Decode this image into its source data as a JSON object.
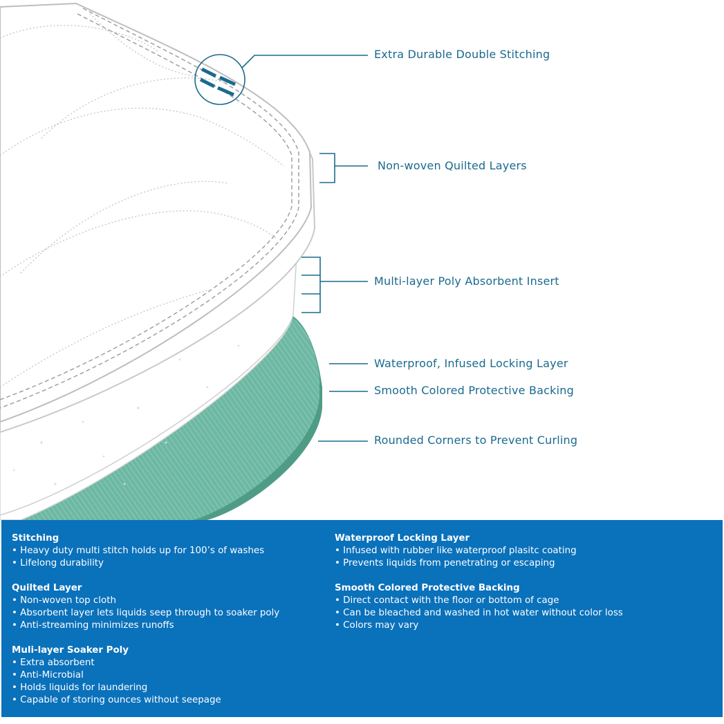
{
  "colors": {
    "label_text": "#1a6a8e",
    "leader_line": "#1a6a8e",
    "info_background": "#0a71bb",
    "backing_green": "#6db8a3",
    "backing_green_dark": "#4f9c86",
    "layer_outline": "#c8c8c8"
  },
  "callouts": [
    {
      "id": "stitching",
      "label": "Extra Durable Double Stitching"
    },
    {
      "id": "quilted",
      "label": "Non-woven Quilted Layers"
    },
    {
      "id": "absorbent",
      "label": "Multi-layer Poly Absorbent Insert"
    },
    {
      "id": "locking",
      "label": "Waterproof, Infused Locking Layer"
    },
    {
      "id": "backing",
      "label": "Smooth Colored Protective Backing"
    },
    {
      "id": "corners",
      "label": "Rounded Corners to Prevent Curling"
    }
  ],
  "info": {
    "left_column": [
      {
        "title": "Stitching",
        "items": [
          "Heavy duty multi stitch holds up for 100’s of washes",
          "Lifelong durability"
        ]
      },
      {
        "title": "Quilted Layer",
        "items": [
          "Non-woven top cloth",
          "Absorbent layer lets liquids seep through to soaker poly",
          "Anti-streaming minimizes runoffs"
        ]
      },
      {
        "title": "Muli-layer Soaker Poly",
        "items": [
          "Extra absorbent",
          "Anti-Microbial",
          "Holds liquids for laundering",
          "Capable of storing ounces without seepage"
        ]
      }
    ],
    "right_column": [
      {
        "title": "Waterproof Locking Layer",
        "items": [
          "Infused with rubber like waterproof plasitc coating",
          "Prevents liquids from penetrating or escaping"
        ]
      },
      {
        "title": "Smooth Colored Protective Backing",
        "items": [
          "Direct contact with the floor or bottom of cage",
          "Can be bleached and washed in hot water without color loss",
          "Colors may vary"
        ]
      }
    ]
  }
}
